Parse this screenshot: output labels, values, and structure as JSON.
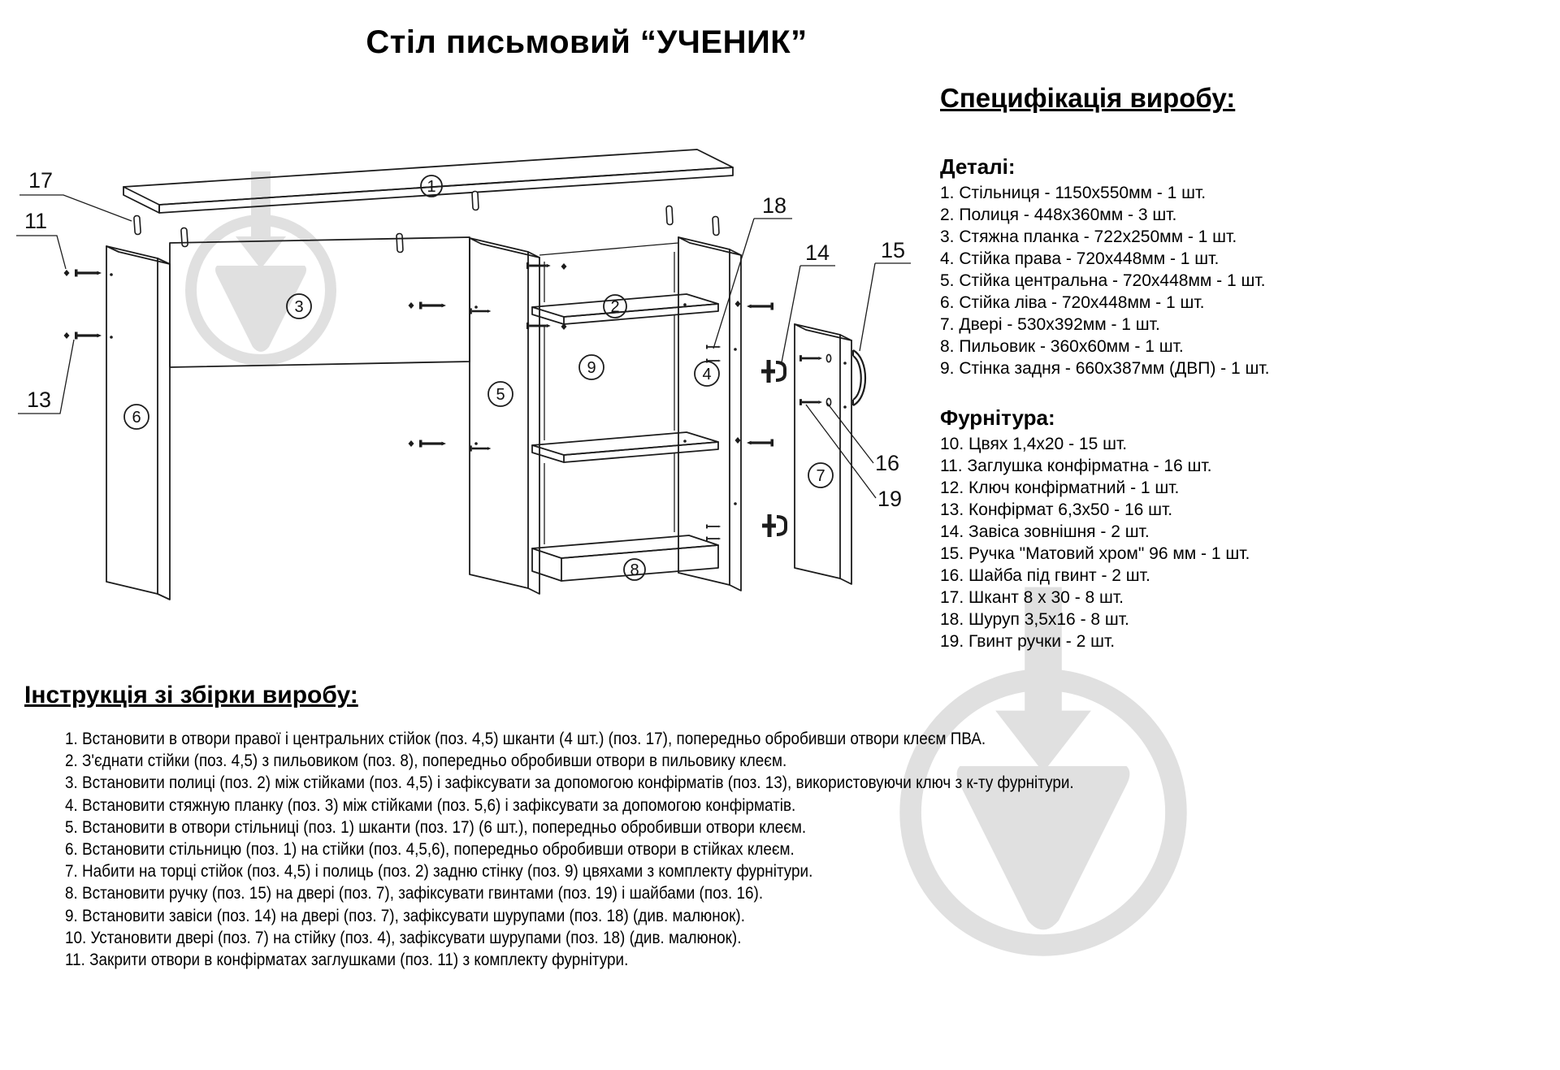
{
  "title": "Стіл письмовий “УЧЕНИК”",
  "spec": {
    "heading": "Специфікація виробу:",
    "details_heading": "Деталі:",
    "details": [
      "1. Стільниця - 1150х550мм - 1 шт.",
      "2. Полиця - 448х360мм - 3 шт.",
      "3. Стяжна планка - 722х250мм - 1 шт.",
      "4. Стійка права - 720х448мм - 1 шт.",
      "5. Стійка центральна - 720х448мм - 1 шт.",
      "6. Стійка ліва - 720х448мм - 1 шт.",
      "7. Двері - 530х392мм - 1 шт.",
      "8. Пильовик - 360х60мм - 1 шт.",
      "9. Стінка задня - 660х387мм (ДВП) - 1 шт."
    ],
    "hardware_heading": "Фурнітура:",
    "hardware": [
      "10. Цвях 1,4х20 - 15 шт.",
      "11. Заглушка конфірматна - 16 шт.",
      "12. Ключ конфірматний - 1 шт.",
      "13. Конфірмат 6,3х50 - 16 шт.",
      "14. Завіса зовнішня - 2 шт.",
      "15. Ручка \"Матовий хром\" 96 мм - 1 шт.",
      "16. Шайба під гвинт - 2 шт.",
      "17. Шкант 8 х 30 - 8 шт.",
      "18. Шуруп 3,5х16 - 8 шт.",
      "19. Гвинт ручки - 2 шт."
    ]
  },
  "instructions": {
    "heading": "Інструкція зі збірки виробу:",
    "steps": [
      "1. Встановити в отвори правої і центральних стійок (поз. 4,5) шканти (4 шт.) (поз. 17), попередньо обробивши отвори клеєм ПВА.",
      "2. З'єднати стійки (поз. 4,5) з пильовиком (поз. 8), попередньо обробивши отвори в пильовику клеєм.",
      "3. Встановити полиці (поз. 2) між стійками (поз. 4,5) і зафіксувати за допомогою конфірматів (поз. 13), використовуючи ключ з к-ту фурнітури.",
      "4. Встановити стяжную планку (поз. 3) між стійками (поз. 5,6) і зафіксувати за допомогою конфірматів.",
      "5. Встановити в отвори стільниці (поз. 1) шканти (поз. 17) (6 шт.), попередньо обробивши отвори клеєм.",
      "6. Встановити стільницю (поз. 1) на стійки (поз. 4,5,6), попередньо обробивши отвори в стійках клеєм.",
      "7. Набити на торці стійок (поз. 4,5) і полиць (поз. 2) задню стінку (поз. 9) цвяхами з комплекту фурнітури.",
      "8. Встановити ручку (поз. 15) на двері (поз. 7), зафіксувати гвинтами (поз. 19) і шайбами (поз. 16).",
      "9. Встановити завіси (поз. 14) на двері (поз. 7), зафіксувати шурупами (поз. 18) (див. малюнок).",
      "10. Установити двері (поз. 7) на стійку (поз. 4), зафіксувати шурупами (поз. 18) (див. малюнок).",
      "11. Закрити отвори в конфірматах заглушками (поз. 11) з комплекту фурнітури."
    ]
  },
  "diagram": {
    "parts": {
      "1": "1",
      "2": "2",
      "3": "3",
      "4": "4",
      "5": "5",
      "6": "6",
      "7": "7",
      "8": "8",
      "9": "9"
    },
    "callouts": {
      "11": "11",
      "13": "13",
      "14": "14",
      "15": "15",
      "16": "16",
      "17": "17",
      "18": "18",
      "19": "19"
    },
    "watermark_color": "#e0e0e0",
    "line_color": "#1c1c1c"
  }
}
